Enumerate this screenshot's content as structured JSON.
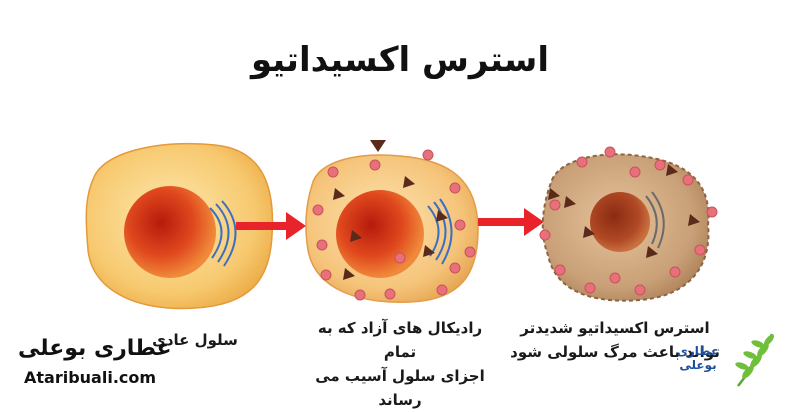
{
  "title": "استرس اکسیداتیو",
  "stages": [
    {
      "caption_lines": [
        "سلول عادی"
      ]
    },
    {
      "caption_lines": [
        "رادیکال های آزاد که به تمام",
        "اجزای سلول آسیب می رساند"
      ]
    },
    {
      "caption_lines": [
        "استرس اکسیداتیو شدیدتر",
        "تواند باعث مرگ سلولی شود"
      ]
    }
  ],
  "brand": {
    "name": "عطاری بوعلی",
    "url": "Ataribuali.com",
    "logo_text_lines": [
      "عطاری",
      "بوعلی"
    ]
  },
  "colors": {
    "cell_normal": "#f7c96f",
    "cell_damaged": "#f5c47a",
    "cell_dead": "#c9a077",
    "nucleus": "#e0491e",
    "arrow": "#e8232a",
    "radical_dot": "#e8707a",
    "radical_triangle": "#5a2a1a",
    "logo_green": "#6fbf3a"
  }
}
